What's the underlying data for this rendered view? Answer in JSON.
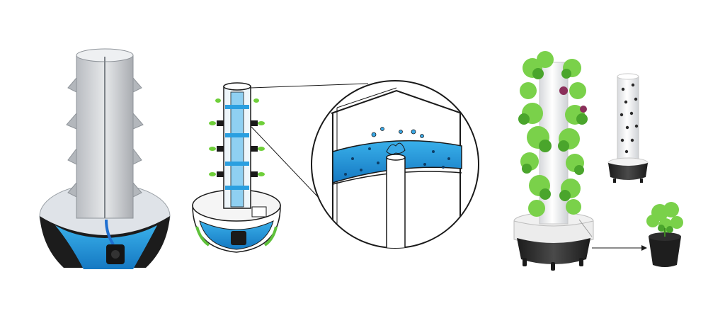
{
  "colors": {
    "background": "#ffffff",
    "water": "#1f9bd8",
    "water_light": "#5ab5e8",
    "tower_grey": "#c9ccd0",
    "tower_white": "#eef0f2",
    "reservoir_dark": "#2b2b2b",
    "leaf_green": "#6fcf3a",
    "leaf_dark": "#3f9a22",
    "line": "#1a1a1a",
    "pump": "#1c1c1c"
  },
  "panels": [
    {
      "id": "cutaway-tower-render",
      "icon": "tower-cutaway-icon"
    },
    {
      "id": "sketch-tower-with-reservoir",
      "icon": "sketch-tower-icon"
    },
    {
      "id": "magnified-water-distribution",
      "icon": "water-spray-icon"
    },
    {
      "id": "planted-tower-photo",
      "icon": "planted-tower-icon"
    },
    {
      "id": "empty-tower-photo",
      "icon": "empty-tower-icon"
    },
    {
      "id": "potted-seedling",
      "icon": "seedling-pot-icon"
    }
  ]
}
